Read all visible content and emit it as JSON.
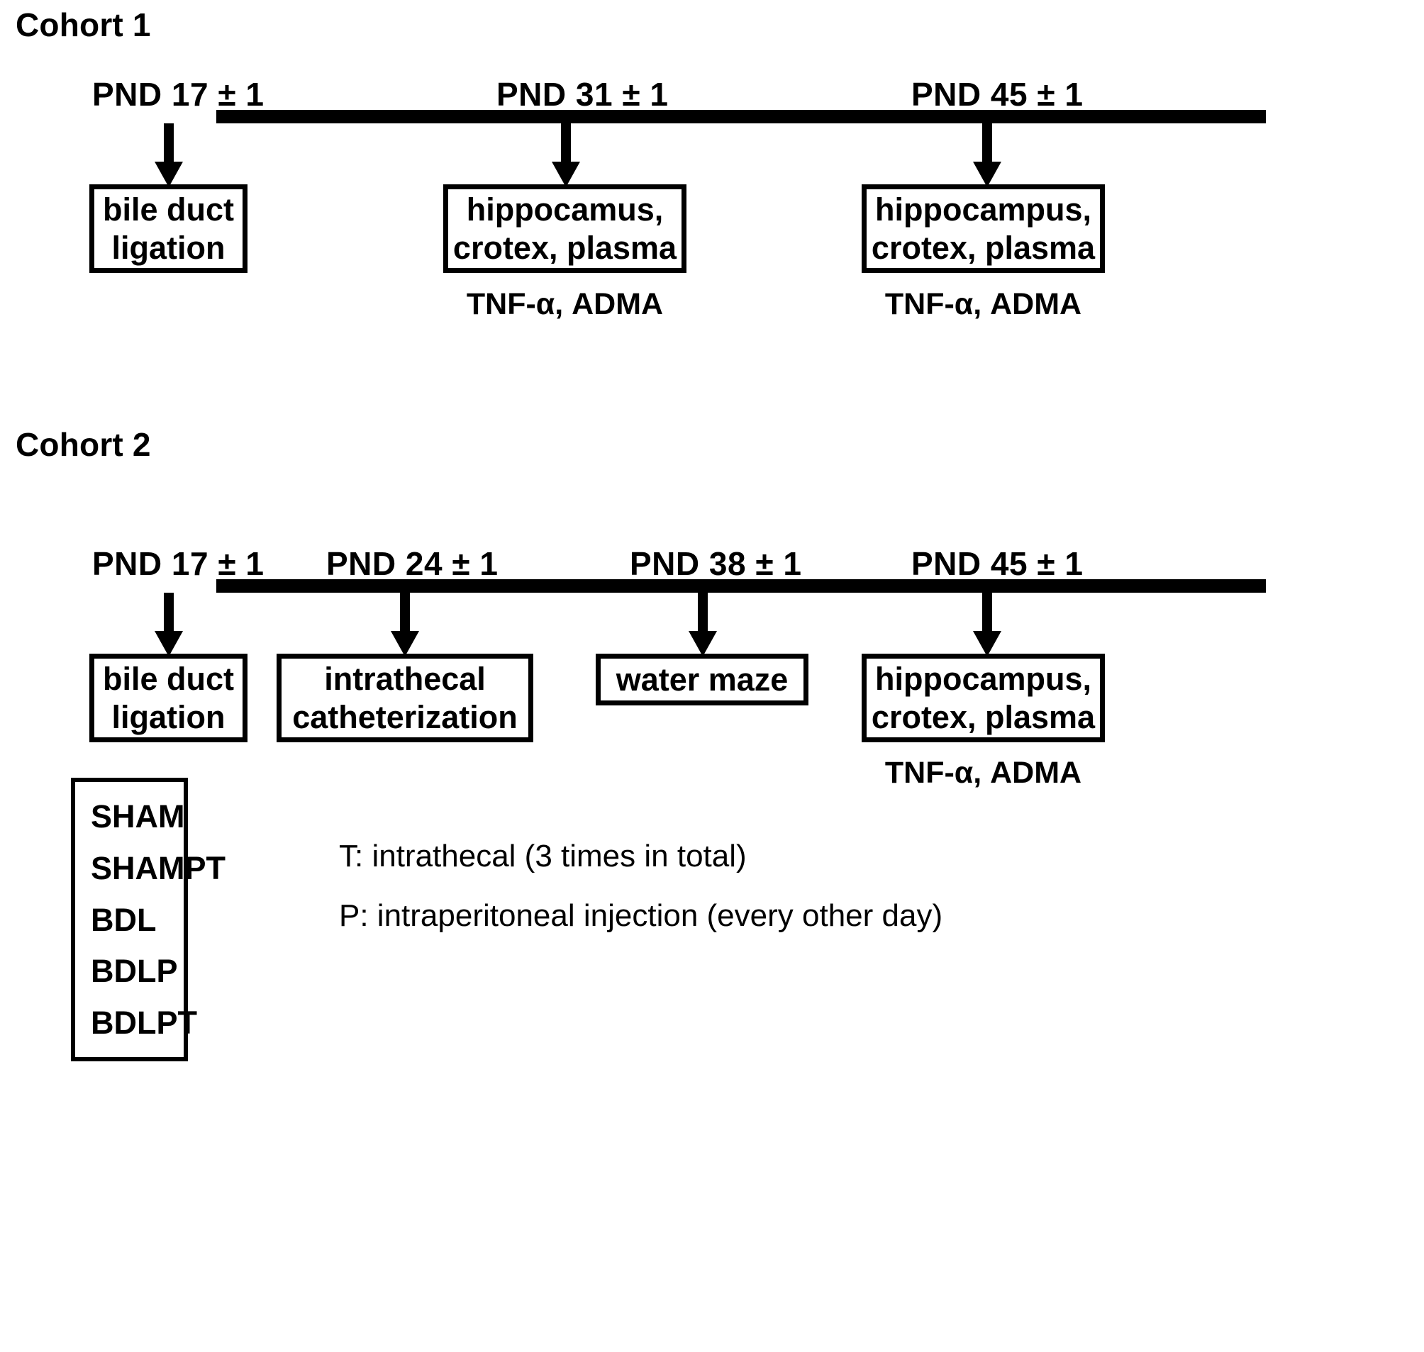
{
  "figure": {
    "background_color": "#ffffff",
    "line_color": "#000000"
  },
  "cohorts": [
    {
      "title": "Cohort 1",
      "timepoints": [
        {
          "label": "PND 17 ± 1"
        },
        {
          "label": "PND 31 ± 1"
        },
        {
          "label": "PND 45 ± 1"
        }
      ],
      "boxes": [
        {
          "lines": [
            "bile duct",
            "ligation"
          ],
          "caption": ""
        },
        {
          "lines": [
            "hippocamus,",
            "crotex, plasma"
          ],
          "caption": "TNF-α, ADMA"
        },
        {
          "lines": [
            "hippocampus,",
            "crotex, plasma"
          ],
          "caption": "TNF-α, ADMA"
        }
      ]
    },
    {
      "title": "Cohort 2",
      "timepoints": [
        {
          "label": "PND 17 ± 1"
        },
        {
          "label": "PND 24 ± 1"
        },
        {
          "label": "PND 38 ± 1"
        },
        {
          "label": "PND 45 ± 1"
        }
      ],
      "boxes": [
        {
          "lines": [
            "bile duct",
            "ligation"
          ],
          "caption": ""
        },
        {
          "lines": [
            "intrathecal",
            "catheterization"
          ],
          "caption": ""
        },
        {
          "lines": [
            "water maze"
          ],
          "caption": ""
        },
        {
          "lines": [
            "hippocampus,",
            "crotex, plasma"
          ],
          "caption": "TNF-α, ADMA"
        }
      ]
    }
  ],
  "groups": {
    "items": [
      "SHAM",
      "SHAMPT",
      "BDL",
      "BDLP",
      "BDLPT"
    ]
  },
  "legend": {
    "lines": [
      "T: intrathecal (3 times in total)",
      "P: intraperitoneal injection (every other day)"
    ]
  }
}
